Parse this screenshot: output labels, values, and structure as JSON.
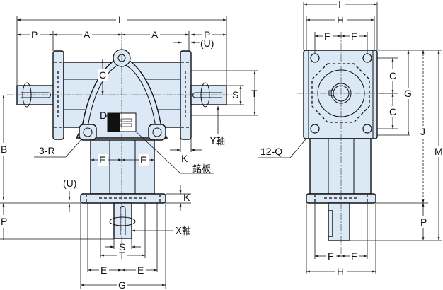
{
  "diagram": {
    "title": "",
    "views": [
      "front-view",
      "side-view"
    ],
    "colors": {
      "body_fill": "#dbe8f5",
      "line": "#111111"
    },
    "front_view": {
      "labels": {
        "L": "L",
        "P_left": "P",
        "A_left": "A",
        "A_right": "A",
        "P_right": "P",
        "U_top": "(U)",
        "C": "C",
        "S_right": "S",
        "T_right": "T",
        "D": "D",
        "B": "B",
        "R": "3-R",
        "E_left": "E",
        "E_right": "E",
        "K_upper": "K",
        "Y_axis": "Y軸",
        "nameplate": "銘板",
        "U_left": "(U)",
        "K_lower": "K",
        "P_lower": "P",
        "X_axis": "X軸",
        "S_bottom": "S",
        "T_bottom": "T",
        "E_b_left": "E",
        "E_b_right": "E",
        "G_bottom": "G"
      }
    },
    "side_view": {
      "labels": {
        "I": "I",
        "H_top": "H",
        "F_tl": "F",
        "F_tr": "F",
        "C_upper": "C",
        "C_lower": "C",
        "G": "G",
        "J": "J",
        "M": "M",
        "Q": "12-Q",
        "P": "P",
        "F_bl": "F",
        "F_br": "F",
        "H_bottom": "H"
      }
    }
  }
}
